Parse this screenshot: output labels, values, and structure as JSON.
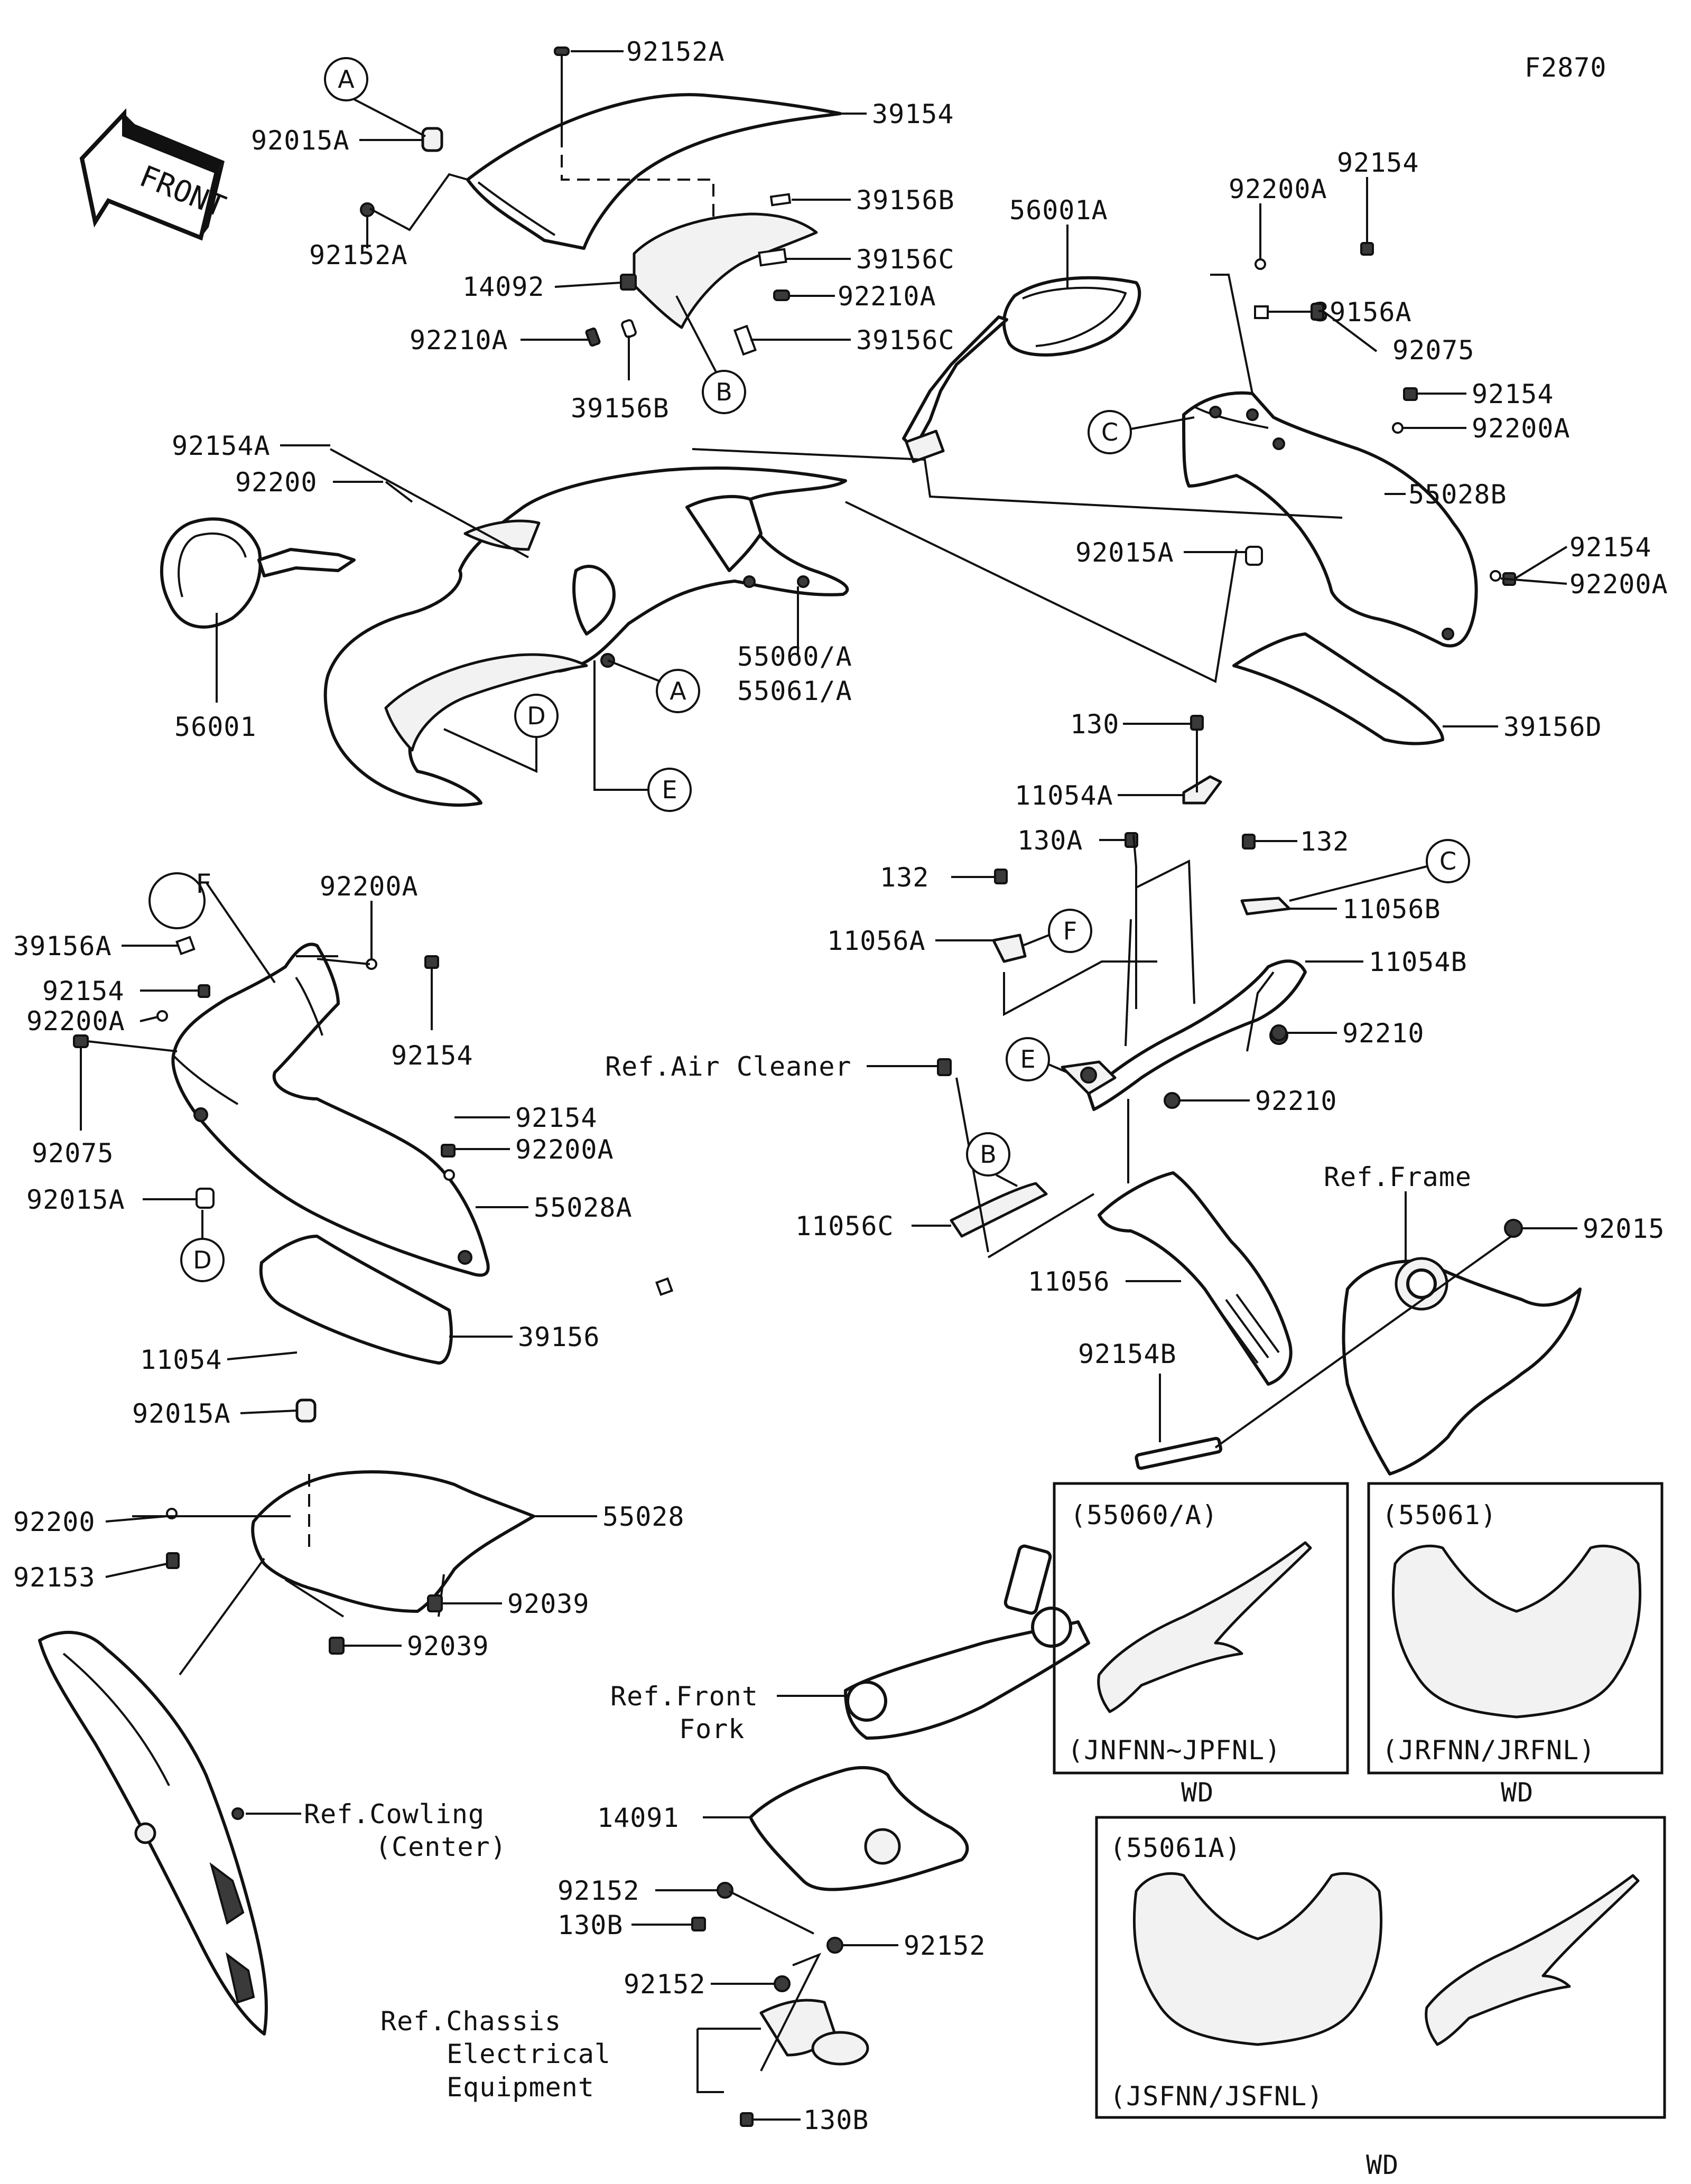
{
  "diagram_code": "F2870",
  "front_label": "FRONT",
  "callouts": {
    "a": "A",
    "b": "B",
    "c": "C",
    "d": "D",
    "e": "E",
    "f": "F"
  },
  "parts": {
    "p92152A_top": "92152A",
    "p39154": "39154",
    "p92015A_a": "92015A",
    "p39156B_a": "39156B",
    "p39156C_a": "39156C",
    "p14092": "14092",
    "p92210A_a": "92210A",
    "p92152A_b": "92152A",
    "p92210A_b": "92210A",
    "p39156C_b": "39156C",
    "p39156B_b": "39156B",
    "p56001A": "56001A",
    "p92200A_a": "92200A",
    "p92154_a": "92154",
    "p39156A_a": "39156A",
    "p92075_a": "92075",
    "p92154_b": "92154",
    "p92200A_b": "92200A",
    "p55028B": "55028B",
    "p92015A_b": "92015A",
    "p92154_c": "92154",
    "p92200A_c": "92200A",
    "p39156D": "39156D",
    "p92154A": "92154A",
    "p92200": "92200",
    "p56001": "56001",
    "p55060A": "55060/A",
    "p55061A": "55061/A",
    "p130": "130",
    "p11054A": "11054A",
    "p130A": "130A",
    "p132_a": "132",
    "p132_b": "132",
    "p11056B": "11056B",
    "p11056A": "11056A",
    "p11054B": "11054B",
    "p92210_a": "92210",
    "p92210_b": "92210",
    "p92200A_d": "92200A",
    "p39156A_b": "39156A",
    "p92154_d": "92154",
    "p92200A_e": "92200A",
    "p92154_e": "92154",
    "p92075_b": "92075",
    "p92154_f": "92154",
    "p92200A_f": "92200A",
    "p92015A_c": "92015A",
    "p55028A": "55028A",
    "p39156": "39156",
    "p11056C": "11056C",
    "p11056": "11056",
    "p92015": "92015",
    "p92154B": "92154B",
    "p11054": "11054",
    "p92015A_d": "92015A",
    "p92200_b": "92200",
    "p92153": "92153",
    "p55028": "55028",
    "p92039_a": "92039",
    "p92039_b": "92039",
    "p14091": "14091",
    "p92152_a": "92152",
    "p130B_a": "130B",
    "p92152_b": "92152",
    "p92152_c": "92152",
    "p130B_b": "130B"
  },
  "refs": {
    "air_cleaner": "Ref.Air Cleaner",
    "frame": "Ref.Frame",
    "front_fork_1": "Ref.Front",
    "front_fork_2": "Fork",
    "cowling_1": "Ref.Cowling",
    "cowling_2": "(Center)",
    "chassis_1": "Ref.Chassis",
    "chassis_2": "Electrical",
    "chassis_3": "Equipment"
  },
  "variant_boxes": [
    {
      "title": "(55060/A)",
      "models": "(JNFNN~JPFNL)",
      "market": "WD"
    },
    {
      "title": "(55061)",
      "models": "(JRFNN/JRFNL)",
      "market": "WD"
    },
    {
      "title": "(55061A)",
      "models": "(JSFNN/JSFNL)",
      "market": "WD"
    }
  ]
}
